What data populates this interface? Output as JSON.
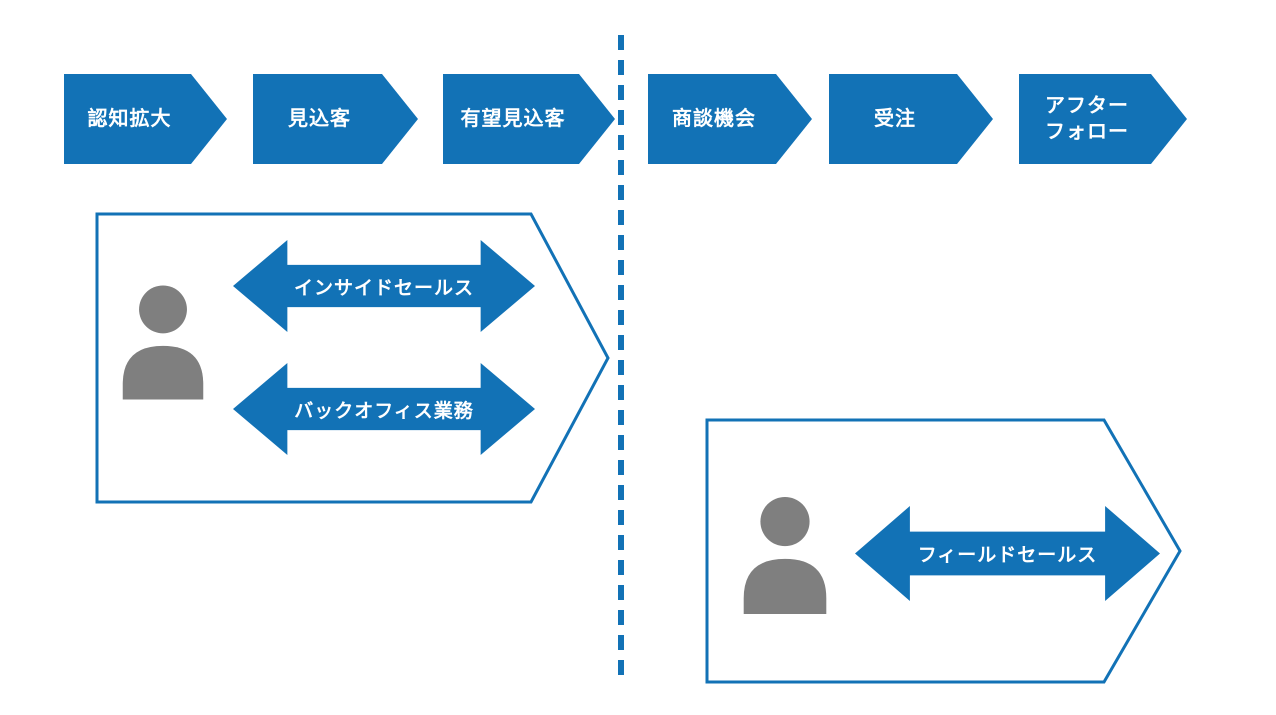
{
  "colors": {
    "primary_blue": "#1272B6",
    "person_gray": "#7F7F7F",
    "background": "#FFFFFF",
    "stage_text": "#FFFFFF"
  },
  "stages": [
    {
      "label": "認知拡大"
    },
    {
      "label": "見込客"
    },
    {
      "label": "有望見込客"
    },
    {
      "label": "商談機会"
    },
    {
      "label": "受注"
    },
    {
      "label": "アフター\nフォロー"
    }
  ],
  "inside_sales_group": {
    "roles": [
      {
        "label": "インサイドセールス"
      },
      {
        "label": "バックオフィス業務"
      }
    ]
  },
  "field_sales_group": {
    "roles": [
      {
        "label": "フィールドセールス"
      }
    ]
  }
}
